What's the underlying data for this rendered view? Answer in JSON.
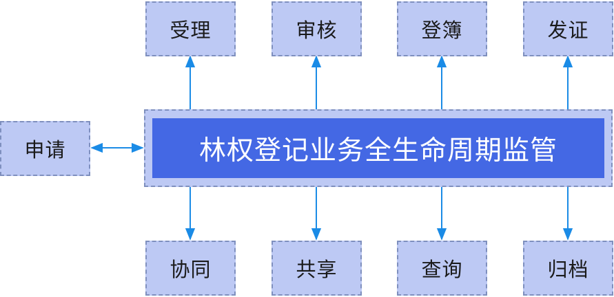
{
  "diagram": {
    "center_label": "林权登记业务全生命周期监管",
    "left_label": "申请",
    "top_labels": [
      "受理",
      "审核",
      "登簿",
      "发证"
    ],
    "bottom_labels": [
      "协同",
      "共享",
      "查询",
      "归档"
    ],
    "colors": {
      "box_fill": "#bdc9f4",
      "box_border": "#7e8fbe",
      "center_fill": "#4468e4",
      "arrow": "#1a8be6"
    }
  }
}
